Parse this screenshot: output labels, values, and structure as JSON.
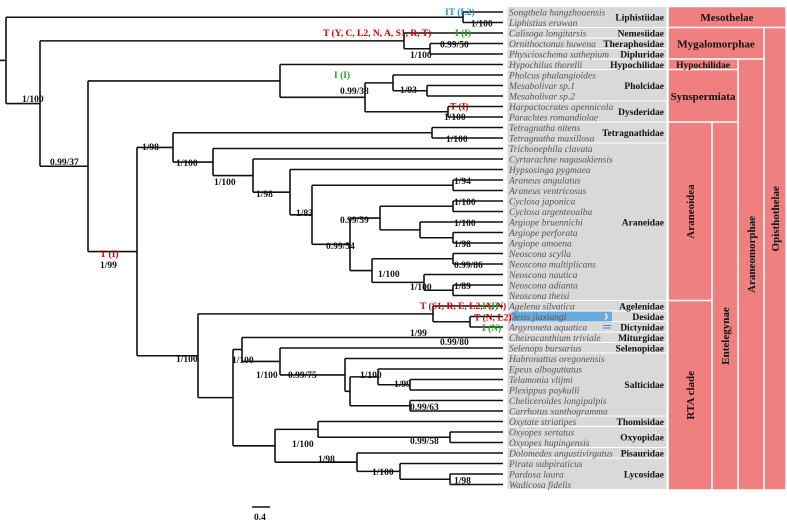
{
  "colors": {
    "branch": "#111111",
    "tip_text": "#555555",
    "family_band": "#d9d9d9",
    "clade_bar": "#f08080",
    "annotation_red": "#d40000",
    "annotation_green": "#22a022",
    "annotation_cyan": "#1a8fd0",
    "highlight_blue": "#6aa9dc"
  },
  "tips": [
    "Songthela hangzhouensis",
    "Liphistius erawan",
    "Calisoga longitarsis",
    "Ornithoctonus huwena",
    "Physcioschema sathepium",
    "Hypochilus thorelli",
    "Pholcus phalangioides",
    "Mesabolivar sp.1",
    "Mesabolivar sp.2",
    "Harpactocrates apennicola",
    "Parachtes romandiolae",
    "Tetragnatha nitens",
    "Tetragnatha maxillosa",
    "Trichonephila clavata",
    "Cyrtarachne nagasakiensis",
    "Hypsosinga pygmaea",
    "Araneus angulatus",
    "Araneus ventricosus",
    "Cyclosa japonica",
    "Cyclosa argenteoalba",
    "Argiope bruennichi",
    "Argiope perforata",
    "Argiope amoena",
    "Neoscona scylla",
    "Neoscona multiplicans",
    "Neoscona nautica",
    "Neoscona adianta",
    "Neoscona theisi",
    "Agelena silvatica",
    "Desis jiaxiangi",
    "Argyroneta aquatica",
    "Cheiracanthium triviale",
    "Selenops bursarius",
    "Habronattus oregonensis",
    "Epeus alboguttatus",
    "Telamonia vlijmi",
    "Plexippus paykulli",
    "Cheliceroides longipalpis",
    "Carrhotus xanthogramma",
    "Oxytate striatipes",
    "Oxyopes sertatus",
    "Oxyopes hupingensis",
    "Dolomedes angustivirgatus",
    "Pirata subpiraticus",
    "Pardosa laura",
    "Wadicosa fidelis"
  ],
  "families": [
    "Liphistiidae",
    "Nemesiidae",
    "Theraphosidae",
    "Dipluridae",
    "Hypochilidae",
    "Pholcidae",
    "Dysderidae",
    "Tetragnathidae",
    "Araneidae",
    "Agelenidae",
    "Desidae",
    "Dictynidae",
    "Miturgidae",
    "Selenopidae",
    "Salticidae",
    "Thomisidae",
    "Oxyopidae",
    "Pisauridae",
    "Lycosidae"
  ],
  "clades": {
    "mesothelae": "Mesothelae",
    "mygalomorphae": "Mygalomorphae",
    "hypochilidae": "Hypochilidae",
    "synspermiata": "Synspermiata",
    "araneoidea": "Araneoidea",
    "rta": "RTA clade",
    "entelegynae": "Entelegynae",
    "araneomorphae": "Araneomorphae",
    "opisthothelae": "Opisthothelae"
  },
  "supports": [
    "1/100",
    "1/100",
    "0.99/50",
    "1/100",
    "1/100",
    "0.99/37",
    "1/99",
    "0.99/38",
    "1/93",
    "1/100",
    "1/98",
    "1/100",
    "1/100",
    "1/98",
    "1/83",
    "1/94",
    "1/100",
    "0.99/59",
    "1/100",
    "1/98",
    "0.99/54",
    "1/100",
    "1/100",
    "0.99/86",
    "1/89",
    "1/99",
    "0.99/80",
    "1/100",
    "1/100",
    "1/100",
    "0.99/75",
    "1/100",
    "1/99",
    "0.99/63",
    "0.99/58",
    "1/100",
    "1/98",
    "1/100",
    "1/98"
  ],
  "annotations": {
    "liphistiidae": "IT (L2)",
    "mygalomorph_t": "T (Y, C, L2, N, A, S1, R, T)",
    "mygalomorph_i": "I (I)",
    "pholcid_i": "I (I)",
    "dysderid_t": "T (I)",
    "araneo_t": "T (I)",
    "agelenid_t": "T (S1, R, E, L2, A, N)",
    "agelenid_i": "I (I)",
    "desid_t": "T (N, L2)",
    "dictynid_i": "I (N)"
  },
  "scale_label": "0.4"
}
